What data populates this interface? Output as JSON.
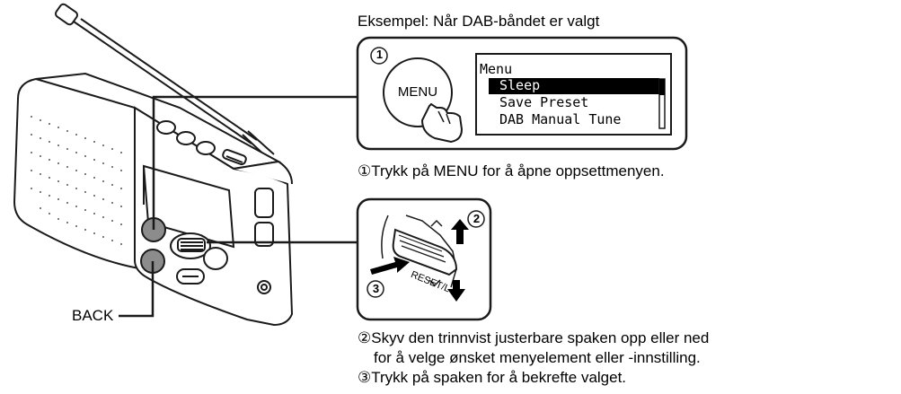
{
  "example_caption": "Eksempel: Når DAB-båndet er valgt",
  "menu_panel": {
    "step_number": "1",
    "button_label": "MENU",
    "lcd_title": "Menu",
    "lcd_items": [
      "Sleep",
      "Save Preset",
      "DAB Manual Tune"
    ],
    "selected_index": 0
  },
  "lever_panel": {
    "step_up_down": "2",
    "step_press": "3",
    "lever_text": "RESET/L"
  },
  "back_label": "BACK",
  "instructions": {
    "step1": "①Trykk på MENU for å åpne oppsettmenyen.",
    "step2_line1": "②Skyv den trinnvist justerbare spaken opp eller ned",
    "step2_line2": "for å velge ønsket menyelement eller -innstilling.",
    "step3": "③Trykk på spaken for å bekrefte valget."
  },
  "colors": {
    "outline": "#1a1a1a",
    "body_fill": "#ffffff",
    "button_gray": "#8c8c8c",
    "highlight": "#000000"
  }
}
